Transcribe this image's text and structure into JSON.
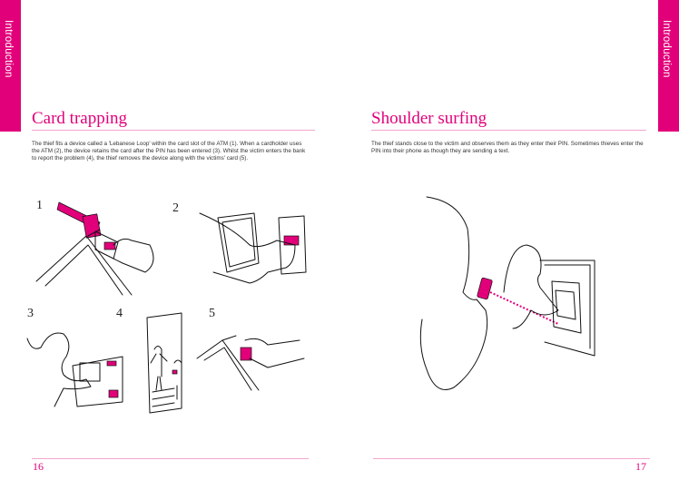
{
  "left_page": {
    "section_tab": "Introduction",
    "title": "Card trapping",
    "body": "The thief fits a device called a 'Lebanese Loop' within the card slot of the ATM (1). When a cardholder uses the ATM (2), the device retains the card after the PIN has been entered (3). Whilst the victim enters the bank to report the problem (4),  the thief removes the device along with the victims' card (5).",
    "steps": [
      "1",
      "2",
      "3",
      "4",
      "5"
    ],
    "page_number": "16"
  },
  "right_page": {
    "section_tab": "Introduction",
    "title": "Shoulder surfing",
    "body": "The thief stands close to the victim and observes them as they enter their PIN. Sometimes thieves enter the PIN into their phone as though they are sending a text.",
    "page_number": "17"
  },
  "colors": {
    "accent": "#e2007a",
    "rule": "#f2a6cc"
  }
}
